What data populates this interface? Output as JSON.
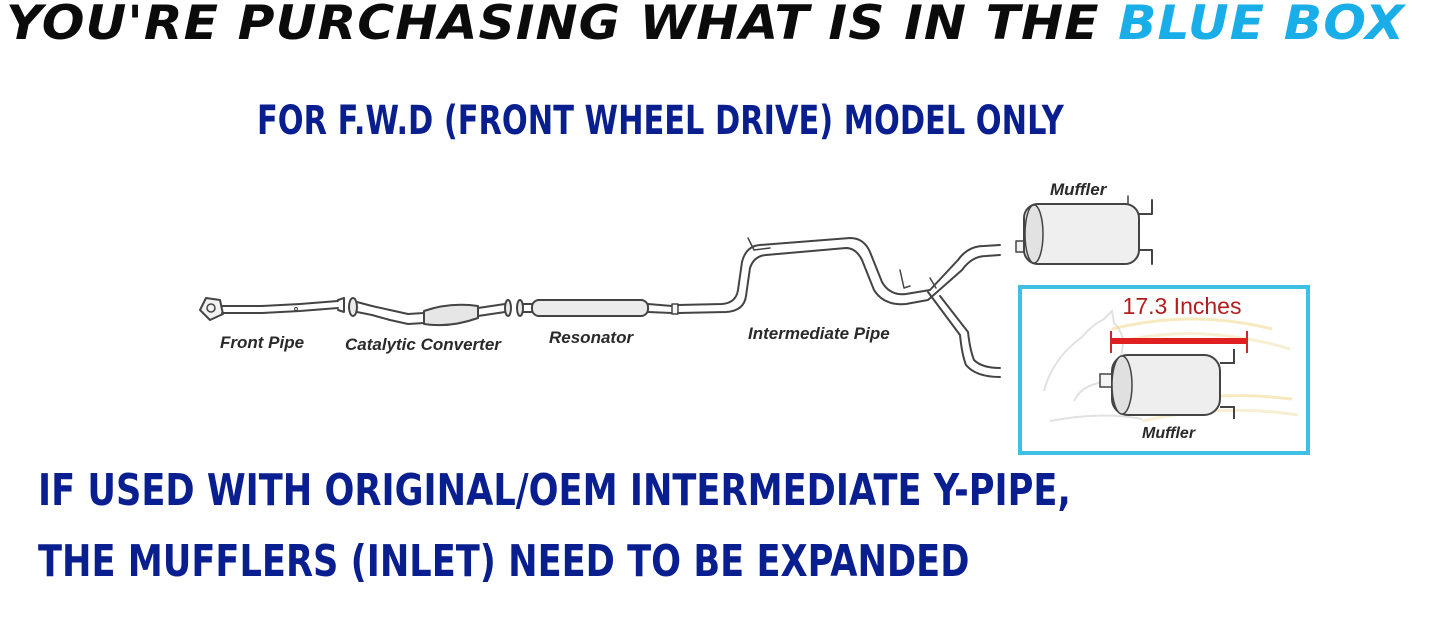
{
  "header": {
    "headline_prefix": "YOU'RE PURCHASING WHAT IS IN THE ",
    "headline_highlight": "BLUE BOX",
    "headline_color": "#0b0b0b",
    "highlight_color": "#1aaee8"
  },
  "subheading": "FOR F.W.D (FRONT WHEEL DRIVE) MODEL ONLY",
  "diagram": {
    "labels": {
      "front_pipe": "Front Pipe",
      "catalytic_converter": "Catalytic Converter",
      "resonator": "Resonator",
      "intermediate_pipe": "Intermediate Pipe",
      "muffler_top": "Muffler"
    }
  },
  "blue_box": {
    "measurement": "17.3 Inches",
    "muffler_label": "Muffler",
    "border_color": "#3ec0e3",
    "measure_color": "#b21d1d"
  },
  "notice": {
    "line1": "IF USED WITH ORIGINAL/OEM INTERMEDIATE Y-PIPE,",
    "line2": "THE MUFFLERS (INLET) NEED TO BE EXPANDED",
    "color": "#0a1f8f"
  }
}
